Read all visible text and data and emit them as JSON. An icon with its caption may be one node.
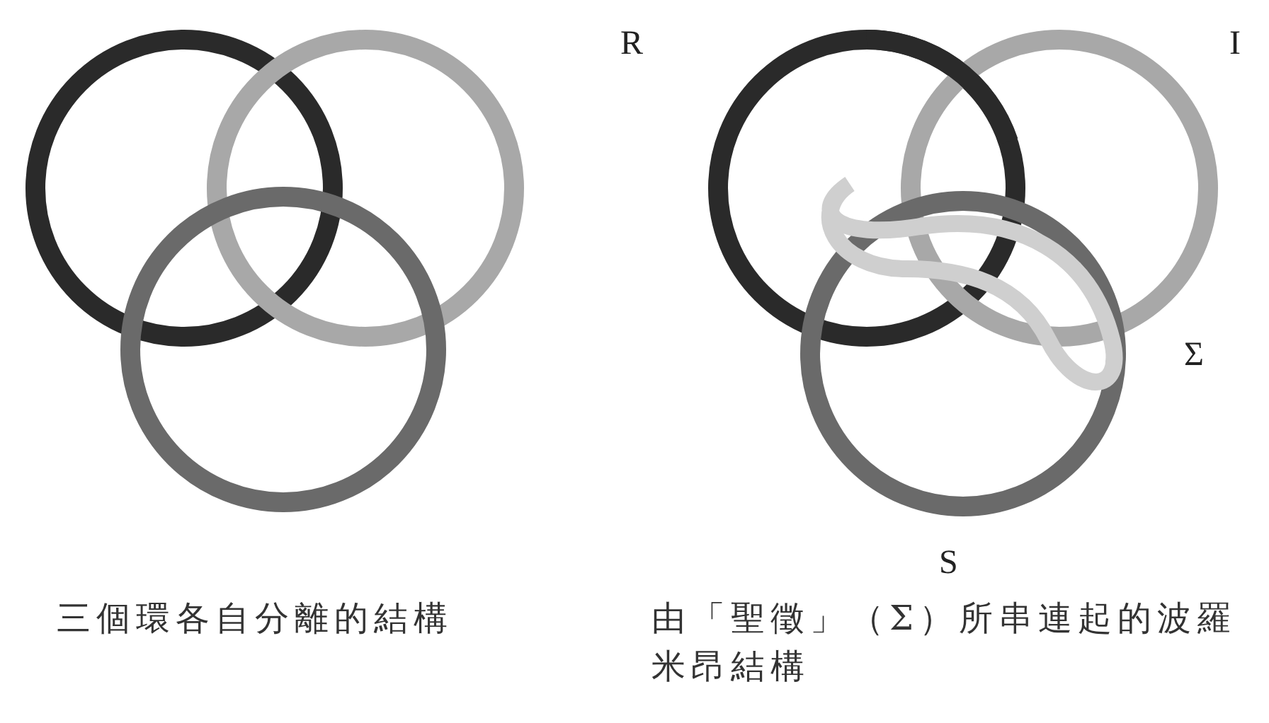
{
  "diagram": {
    "labels": [
      "R",
      "I",
      "Σ",
      "S",
      "三個環各自分離的結構",
      "由「聖徵」（Σ）所串連起的波羅米昂結構"
    ]
  }
}
